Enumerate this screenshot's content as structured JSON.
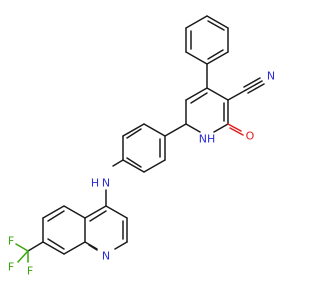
{
  "molecule": {
    "atoms": {
      "nitrile_n": "N",
      "oxo_o": "O",
      "pyridone_nh": "NH",
      "amine_nh": "N",
      "amine_h": "H",
      "quinoline_n": "N",
      "f1": "F",
      "f2": "F",
      "f3": "F"
    },
    "colors": {
      "carbon": "#1a1a1a",
      "nitrogen": "#2b2bd8",
      "oxygen": "#e01e1e",
      "fluorine": "#3aa60c"
    }
  }
}
